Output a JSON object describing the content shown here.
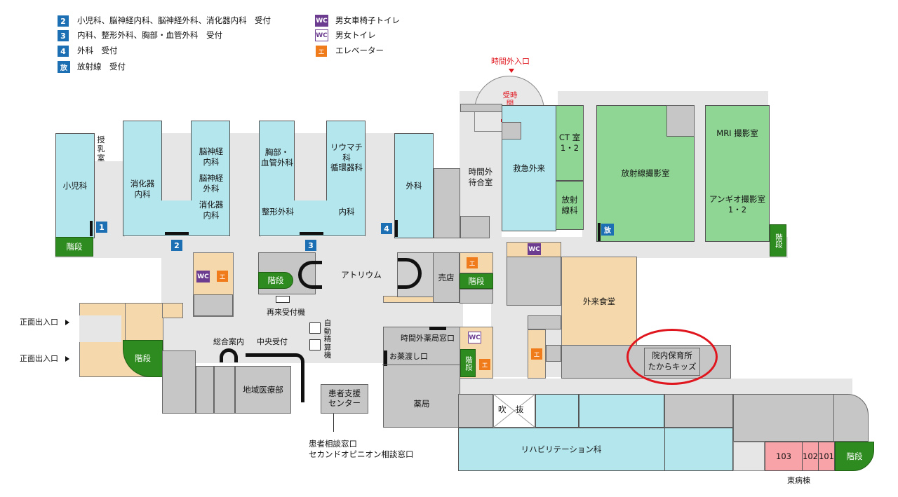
{
  "legend": {
    "items": [
      {
        "badge": "2",
        "text": "小児科、脳神経内科、脳神経外科、消化器内科　受付"
      },
      {
        "badge": "3",
        "text": "内科、整形外科、胸部・血管外科　受付"
      },
      {
        "badge": "4",
        "text": "外科　受付"
      },
      {
        "badge": "放",
        "text": "放射線　受付"
      }
    ],
    "facilities": [
      {
        "badge": "WC",
        "text": "男女車椅子トイレ"
      },
      {
        "badge": "WC",
        "text": "男女トイレ"
      },
      {
        "badge": "エ",
        "text": "エレベーター"
      }
    ]
  },
  "entrances": {
    "after_hours": "時間外入口",
    "front_1": "正面出入口",
    "front_2": "正面出入口",
    "after_hours_reception": "受時\n間\n付外"
  },
  "rooms": {
    "pediatrics": "小児科",
    "nursing_room": "授\n乳\n室",
    "gastro": "消化器\n内科",
    "neuro_internal": "脳神経\n内科",
    "neuro_surgery": "脳神経\n外科",
    "gastro2": "消化器\n内科",
    "chest_vascular": "胸部・\n血管外科",
    "orthopedics": "整形外科",
    "rheumatology": "リウマチ科\n循環器科",
    "internal": "内科",
    "surgery": "外科",
    "afterhours_waiting": "時間外\n待合室",
    "emergency": "救急外来",
    "ct": "CT 室\n1・2",
    "radiotherapy": "放射\n線科",
    "radiography": "放射線撮影室",
    "mri": "MRI 撮影室",
    "angio": "アンギオ撮影室\n1・2",
    "atrium": "アトリウム",
    "shop": "売店",
    "reentry_machine": "再来受付機",
    "auto_payment": "自\n動\n精\n算\n機",
    "general_info": "総合案内",
    "central_reception": "中央受付",
    "regional_medical": "地域医療部",
    "patient_support": "患者支援\nセンター",
    "consultation": "患者相談窓口\nセカンドオピニオン相談窓口",
    "afterhours_pharmacy": "時間外薬局窓口",
    "medicine_window": "お薬渡し口",
    "pharmacy": "薬局",
    "outpatient_cafeteria": "外来食堂",
    "daycare": "院内保育所\nたからキッズ",
    "atrium_void_1": "吹",
    "atrium_void_2": "抜",
    "rehabilitation": "リハビリテーション科",
    "room_103": "103",
    "room_102": "102",
    "room_101": "101",
    "east_ward": "東病棟"
  },
  "labels": {
    "stairs": "階段",
    "wc": "WC",
    "elevator": "エ",
    "rad_badge": "放"
  },
  "reception_numbers": [
    "1",
    "2",
    "3",
    "4"
  ],
  "colors": {
    "blue_rooms": "#b4e6ee",
    "green_rooms": "#8fd694",
    "stairs": "#2e8b1f",
    "reception_badge": "#1c6fb3",
    "wc": "#6b3c8f",
    "elevator": "#f07b1a",
    "cafeteria": "#f5d9ad",
    "east_ward_rooms": "#f7a3a8",
    "highlight_circle": "#e0161f",
    "after_hours_text": "#e0161f"
  }
}
